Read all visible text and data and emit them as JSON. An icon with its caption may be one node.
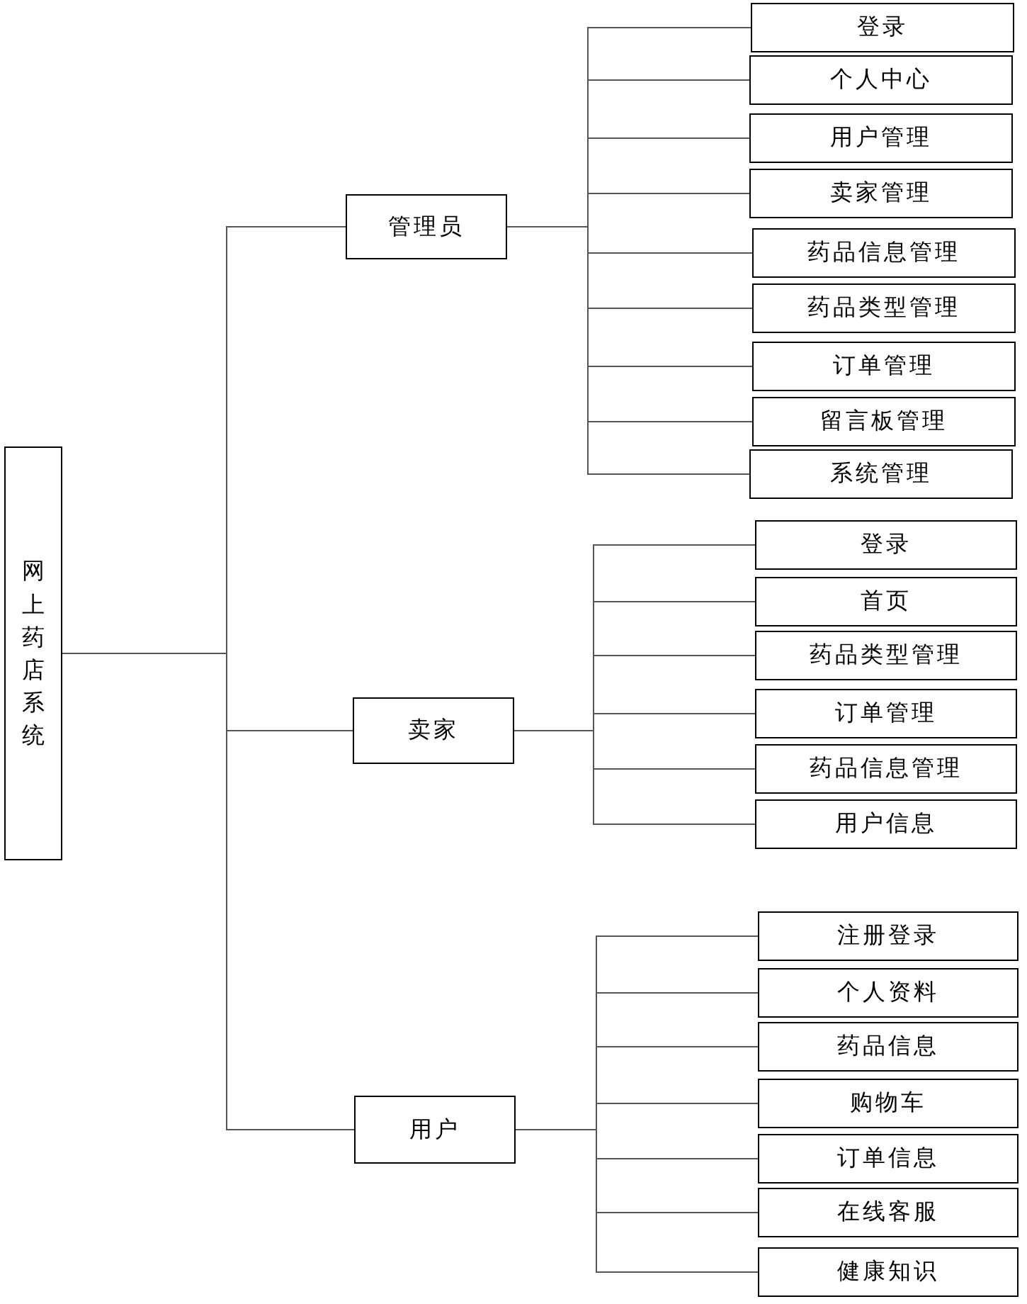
{
  "diagram": {
    "nodes": [
      {
        "text": [
          "网上药店系统"
        ]
      },
      {
        "text": [
          "管理员"
        ]
      },
      {
        "text": [
          "登录"
        ]
      },
      {
        "text": [
          "个人中心"
        ]
      },
      {
        "text": [
          "用户管理"
        ]
      },
      {
        "text": [
          "卖家管理"
        ]
      },
      {
        "text": [
          "药品信息管理"
        ]
      },
      {
        "text": [
          "药品类型管理"
        ]
      },
      {
        "text": [
          "订单管理"
        ]
      },
      {
        "text": [
          "留言板管理"
        ]
      },
      {
        "text": [
          "系统管理"
        ]
      },
      {
        "text": [
          "卖家"
        ]
      },
      {
        "text": [
          "登录"
        ]
      },
      {
        "text": [
          "首页"
        ]
      },
      {
        "text": [
          "药品类型管理"
        ]
      },
      {
        "text": [
          "订单管理"
        ]
      },
      {
        "text": [
          "药品信息管理"
        ]
      },
      {
        "text": [
          "用户信息"
        ]
      },
      {
        "text": [
          "用户"
        ]
      },
      {
        "text": [
          "注册登录"
        ]
      },
      {
        "text": [
          "个人资料"
        ]
      },
      {
        "text": [
          "药品信息"
        ]
      },
      {
        "text": [
          "购物车"
        ]
      },
      {
        "text": [
          "订单信息"
        ]
      },
      {
        "text": [
          "在线客服"
        ]
      },
      {
        "text": [
          "健康知识"
        ]
      }
    ],
    "edges": [
      {
        "from": 0,
        "to": 1,
        "arrow": "none"
      },
      {
        "from": 0,
        "to": 11,
        "arrow": "none"
      },
      {
        "from": 0,
        "to": 18,
        "arrow": "none"
      },
      {
        "from": 1,
        "to": 2,
        "arrow": "none"
      },
      {
        "from": 1,
        "to": 3,
        "arrow": "none"
      },
      {
        "from": 1,
        "to": 4,
        "arrow": "none"
      },
      {
        "from": 1,
        "to": 5,
        "arrow": "none"
      },
      {
        "from": 1,
        "to": 6,
        "arrow": "none"
      },
      {
        "from": 1,
        "to": 7,
        "arrow": "none"
      },
      {
        "from": 1,
        "to": 8,
        "arrow": "none"
      },
      {
        "from": 1,
        "to": 9,
        "arrow": "none"
      },
      {
        "from": 1,
        "to": 10,
        "arrow": "none"
      },
      {
        "from": 11,
        "to": 12,
        "arrow": "none"
      },
      {
        "from": 11,
        "to": 13,
        "arrow": "none"
      },
      {
        "from": 11,
        "to": 14,
        "arrow": "none"
      },
      {
        "from": 11,
        "to": 15,
        "arrow": "none"
      },
      {
        "from": 11,
        "to": 16,
        "arrow": "none"
      },
      {
        "from": 11,
        "to": 17,
        "arrow": "none"
      },
      {
        "from": 18,
        "to": 19,
        "arrow": "none"
      },
      {
        "from": 18,
        "to": 20,
        "arrow": "none"
      },
      {
        "from": 18,
        "to": 21,
        "arrow": "none"
      },
      {
        "from": 18,
        "to": 22,
        "arrow": "none"
      },
      {
        "from": 18,
        "to": 23,
        "arrow": "none"
      },
      {
        "from": 18,
        "to": 24,
        "arrow": "none"
      },
      {
        "from": 18,
        "to": 25,
        "arrow": "none"
      }
    ]
  }
}
